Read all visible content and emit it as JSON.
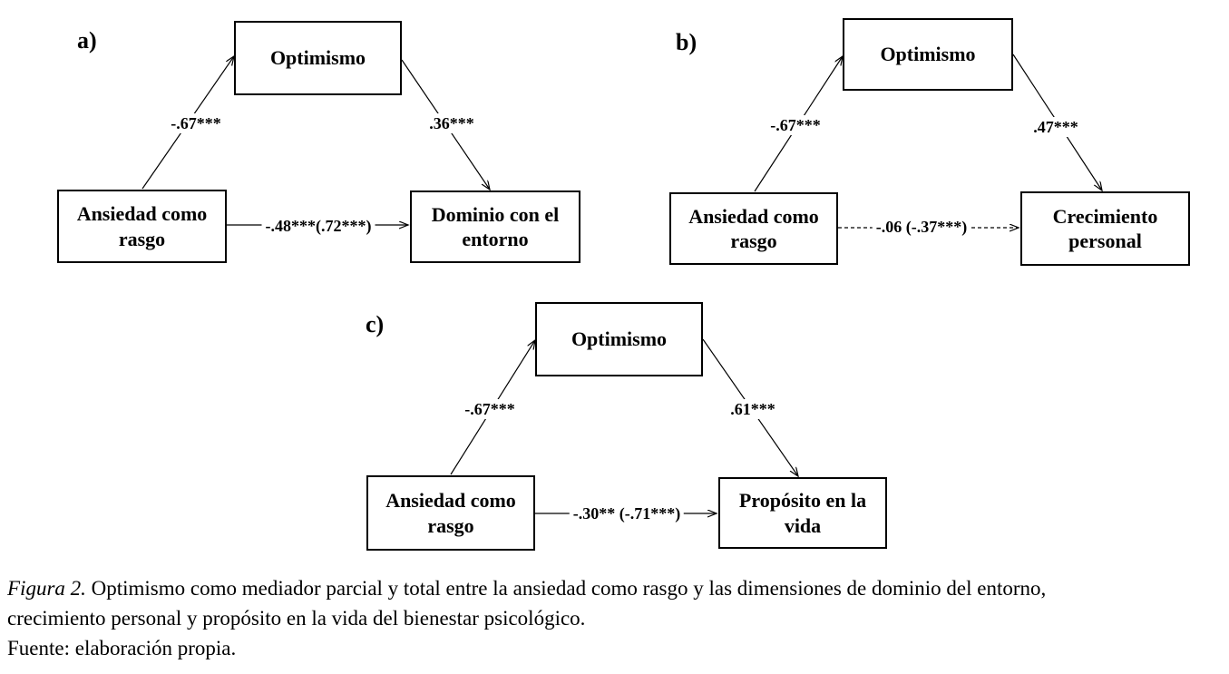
{
  "figure": {
    "panels": [
      {
        "id": "a",
        "label": "a)",
        "mediator": "Optimismo",
        "predictor": "Ansiedad como rasgo",
        "outcome": "Dominio con el entorno",
        "path_a": "-.67***",
        "path_b": ".36***",
        "path_c": "-.48***(.72***)",
        "direct_path_style": "solid"
      },
      {
        "id": "b",
        "label": "b)",
        "mediator": "Optimismo",
        "predictor": "Ansiedad como rasgo",
        "outcome": "Crecimiento personal",
        "path_a": "-.67***",
        "path_b": ".47***",
        "path_c": "-.06 (-.37***)",
        "direct_path_style": "dashed"
      },
      {
        "id": "c",
        "label": "c)",
        "mediator": "Optimismo",
        "predictor": "Ansiedad como rasgo",
        "outcome": "Propósito en la vida",
        "path_a": "-.67***",
        "path_b": ".61***",
        "path_c": "-.30** (-.71***)",
        "direct_path_style": "solid"
      }
    ],
    "caption": {
      "figure_label": "Figura 2.",
      "line1_rest": " Optimismo como mediador parcial y total entre la ansiedad como rasgo y las dimensiones de dominio del entorno,",
      "line2": "crecimiento personal y propósito en la vida del bienestar psicológico.",
      "source": "Fuente: elaboración propia."
    },
    "colors": {
      "line": "#000000",
      "background": "#ffffff",
      "text": "#000000"
    }
  }
}
